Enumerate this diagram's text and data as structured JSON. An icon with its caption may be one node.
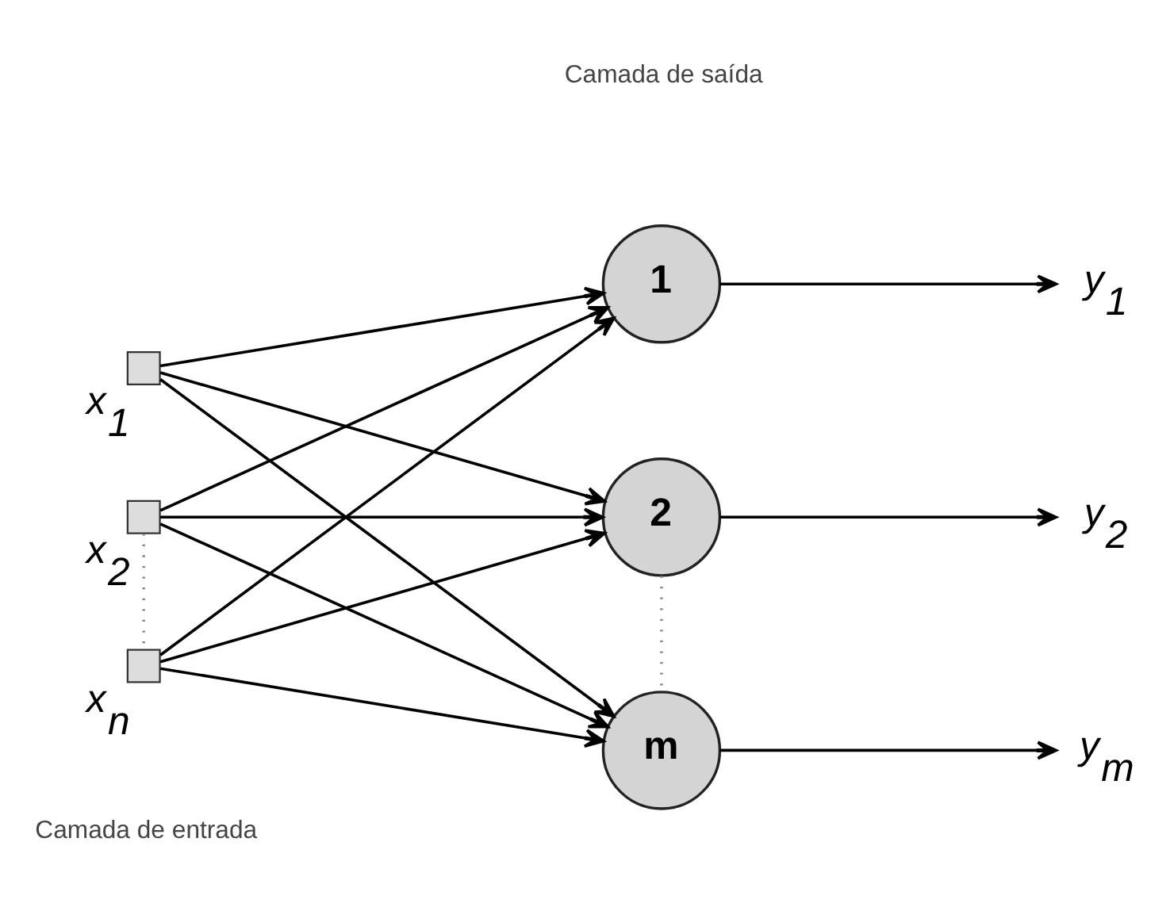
{
  "diagram": {
    "nodes": [
      {
        "text": [],
        "shape": "box",
        "beside": [
          "x$_{1}$"
        ]
      },
      {
        "text": [],
        "shape": "box",
        "beside": [
          "x$_{2}$"
        ]
      },
      {
        "text": [],
        "shape": "box",
        "beside": [
          "x$_{n}$"
        ]
      },
      {
        "text": [
          "1"
        ]
      },
      {
        "text": [
          "2"
        ]
      },
      {
        "text": [
          "m"
        ]
      },
      {
        "text": [
          "y$_{1}$"
        ]
      },
      {
        "text": [
          "y$_{2}$"
        ]
      },
      {
        "text": [
          "y$_{m}$"
        ]
      }
    ],
    "edges": [
      {
        "from": 0,
        "to": 3,
        "arrow": "to"
      },
      {
        "from": 0,
        "to": 4,
        "arrow": "to"
      },
      {
        "from": 0,
        "to": 5,
        "arrow": "to"
      },
      {
        "from": 1,
        "to": 3,
        "arrow": "to"
      },
      {
        "from": 1,
        "to": 4,
        "arrow": "to"
      },
      {
        "from": 1,
        "to": 5,
        "arrow": "to"
      },
      {
        "from": 2,
        "to": 3,
        "arrow": "to"
      },
      {
        "from": 2,
        "to": 4,
        "arrow": "to"
      },
      {
        "from": 2,
        "to": 5,
        "arrow": "to"
      },
      {
        "from": 1,
        "to": 2,
        "arrow": "none",
        "style": "dashed",
        "color": "#888888"
      },
      {
        "from": 4,
        "to": 5,
        "arrow": "none",
        "style": "dashed",
        "color": "#888888"
      },
      {
        "from": 3,
        "to": 6,
        "arrow": "to"
      },
      {
        "from": 4,
        "to": 7,
        "arrow": "to"
      },
      {
        "from": 5,
        "to": 8,
        "arrow": "to"
      }
    ],
    "labels": [
      "Camada de entrada",
      "Camada de saída"
    ]
  }
}
